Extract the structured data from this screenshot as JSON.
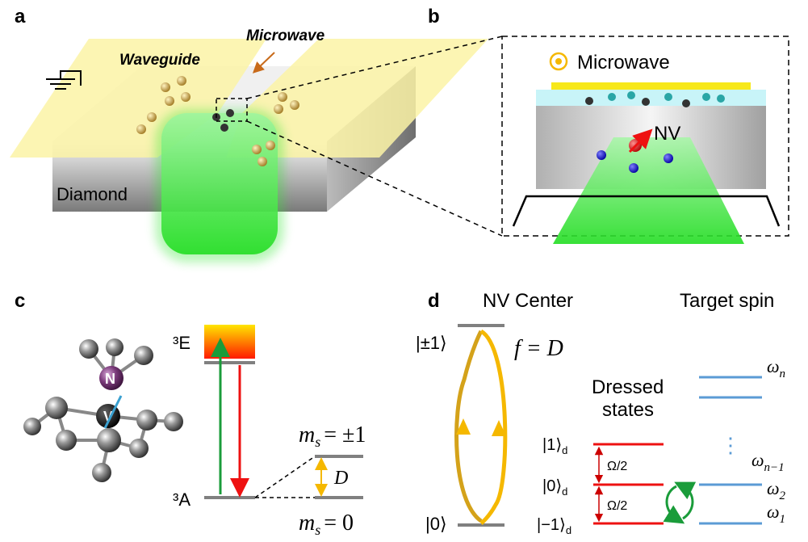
{
  "panel_a": {
    "letter": "a",
    "microwave_label": "Microwave",
    "waveguide_label": "Waveguide",
    "diamond_label": "Diamond"
  },
  "panel_b": {
    "letter": "b",
    "microwave_label": "Microwave",
    "nv_label": "NV"
  },
  "panel_c": {
    "letter": "c",
    "atom_n": "N",
    "atom_v": "V",
    "level_3e": "³E",
    "level_3a": "³A",
    "ms_pm1": "m",
    "ms_pm1_sub": "s",
    "ms_pm1_rhs": "= ±1",
    "ms_0": "m",
    "ms_0_sub": "s",
    "ms_0_rhs": "= 0",
    "zfs_label": "D"
  },
  "panel_d": {
    "letter": "d",
    "nv_center_title": "NV Center",
    "target_spin_title": "Target spin",
    "ket_pm1": "|±1⟩",
    "ket_0": "|0⟩",
    "resonance": "f = D",
    "dressed_line1": "Dressed",
    "dressed_line2": "states",
    "ket_1d": "|1⟩",
    "ket_0d": "|0⟩",
    "ket_m1d": "|−1⟩",
    "sub_d": "d",
    "omega_half_1": "Ω/2",
    "omega_half_2": "Ω/2",
    "omega_n": "ω",
    "omega_n_sub": "n",
    "omega_n1_sub": "n−1",
    "omega_2_sub": "2",
    "omega_1_sub": "1",
    "vdots": "⋮"
  },
  "colors": {
    "waveguide": "#fbf3a6",
    "laser_green": "#33e633",
    "level_gray": "#808080",
    "red": "#ee1111",
    "orange": "#f5b800",
    "blue": "#5b9bd5",
    "green_arrow": "#1a9c3a"
  }
}
